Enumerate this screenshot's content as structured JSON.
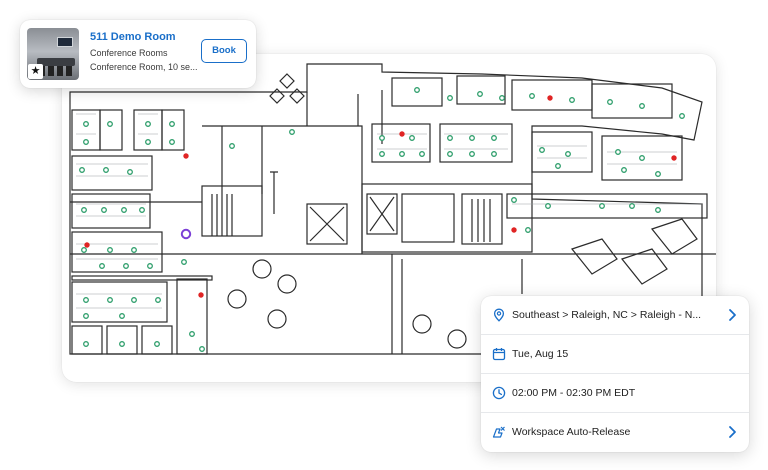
{
  "room_card": {
    "name": "511 Demo Room",
    "type": "Conference Rooms",
    "description": "Conference Room, 10 se...",
    "book_label": "Book",
    "badge_icon": "star-icon"
  },
  "details": {
    "location": "Southeast > Raleigh, NC > Raleigh - N...",
    "date": "Tue, Aug 15",
    "time": "02:00 PM  - 02:30 PM EDT",
    "auto_release": "Workspace Auto-Release"
  },
  "colors": {
    "accent": "#1a6fc9",
    "desk_available": "#2e9e6b",
    "desk_occupied": "#e02424",
    "selected_room": "#7b3fd6"
  }
}
